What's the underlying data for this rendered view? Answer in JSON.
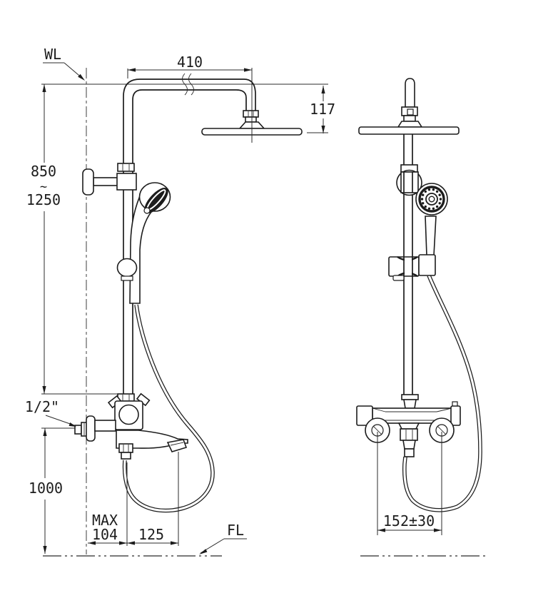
{
  "drawing": {
    "type": "shower-system-installation-diagram",
    "background": "#ffffff",
    "line_color": "#1c1c1c",
    "labels": {
      "wall_line": "WL",
      "floor_line": "FL",
      "supply_size": "1/2\"",
      "max": "MAX"
    },
    "dimensions": {
      "arm_reach": "410",
      "head_drop": "117",
      "riser_min": "850",
      "range_separator": "~",
      "riser_max": "1250",
      "supply_height": "1000",
      "wall_to_riser": "104",
      "riser_to_spout": "125",
      "supply_centers": "152±30"
    }
  }
}
